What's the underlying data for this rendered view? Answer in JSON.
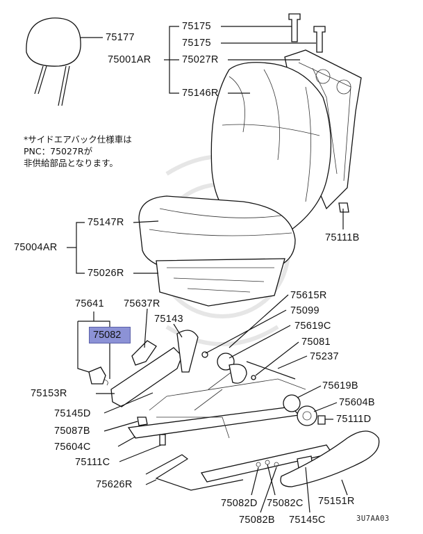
{
  "diagram": {
    "note_lines": [
      "*サイドエアバック仕様車は",
      "PNC：75027Rが",
      "非供給部品となります。"
    ],
    "highlighted_part": "75082",
    "figure_code": "3U7AA03",
    "labels": {
      "l75177": "75177",
      "l75175a": "75175",
      "l75175b": "75175",
      "l75001AR": "75001AR",
      "l75027R": "75027R",
      "l75146R": "75146R",
      "l75111B": "75111B",
      "l75147R": "75147R",
      "l75004AR": "75004AR",
      "l75026R": "75026R",
      "l75641": "75641",
      "l75637R": "75637R",
      "l75143": "75143",
      "l75615R": "75615R",
      "l75099": "75099",
      "l75619C": "75619C",
      "l75081": "75081",
      "l75237": "75237",
      "l75153R": "75153R",
      "l75619B": "75619B",
      "l75604B": "75604B",
      "l75145D": "75145D",
      "l75111D": "75111D",
      "l75087B": "75087B",
      "l75604C": "75604C",
      "l75111C": "75111C",
      "l75626R": "75626R",
      "l75151R": "75151R",
      "l75082D": "75082D",
      "l75082C": "75082C",
      "l75082B": "75082B",
      "l75145C": "75145C"
    }
  }
}
